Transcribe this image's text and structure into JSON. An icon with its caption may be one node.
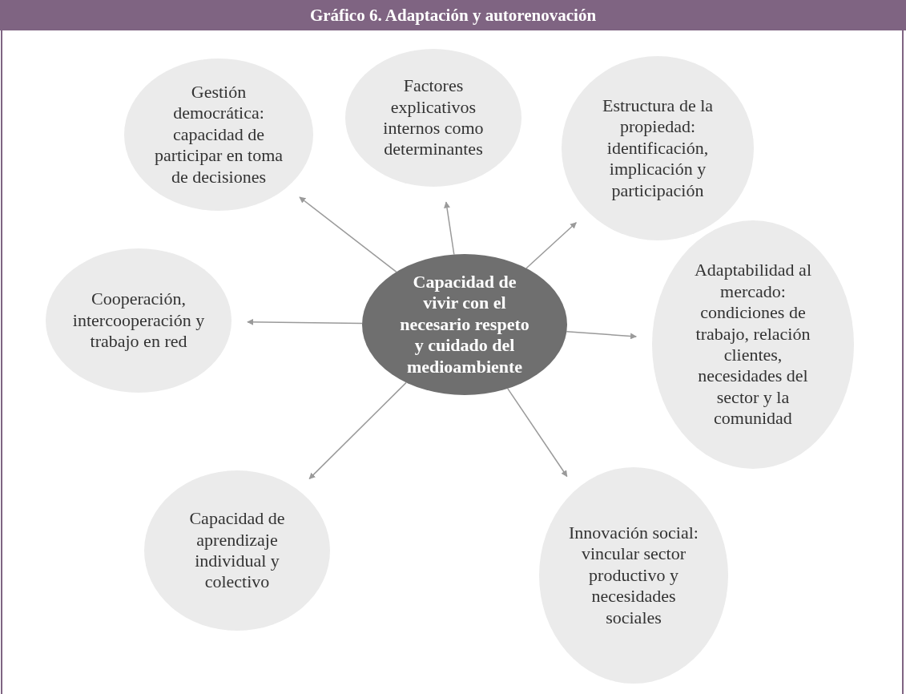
{
  "diagram": {
    "title": "Gráfico 6. Adaptación y autorenovación",
    "nodes": [
      {
        "text": [
          "Capacidad de vivir con el necesario respeto y cuidado del medioambiente"
        ]
      },
      {
        "text": [
          "Gestión democrática: capacidad de participar en toma de decisiones"
        ]
      },
      {
        "text": [
          "Factores explicativos internos como determinantes"
        ]
      },
      {
        "text": [
          "Estructura de la propiedad: identificación, implicación y participación"
        ]
      },
      {
        "text": [
          "Cooperación, intercooperación y trabajo en red"
        ]
      },
      {
        "text": [
          "Adaptabilidad al mercado: condiciones de trabajo, relación clientes, necesidades del sector y la comunidad"
        ]
      },
      {
        "text": [
          "Capacidad de aprendizaje individual y colectivo"
        ]
      },
      {
        "text": [
          "Innovación social: vincular sector productivo y necesidades sociales"
        ]
      }
    ],
    "edges": [
      {
        "from": 0,
        "to": 1,
        "arrow": "to"
      },
      {
        "from": 0,
        "to": 2,
        "arrow": "to"
      },
      {
        "from": 0,
        "to": 3,
        "arrow": "to"
      },
      {
        "from": 0,
        "to": 4,
        "arrow": "to"
      },
      {
        "from": 0,
        "to": 5,
        "arrow": "to"
      },
      {
        "from": 0,
        "to": 6,
        "arrow": "to"
      },
      {
        "from": 0,
        "to": 7,
        "arrow": "to"
      }
    ]
  }
}
